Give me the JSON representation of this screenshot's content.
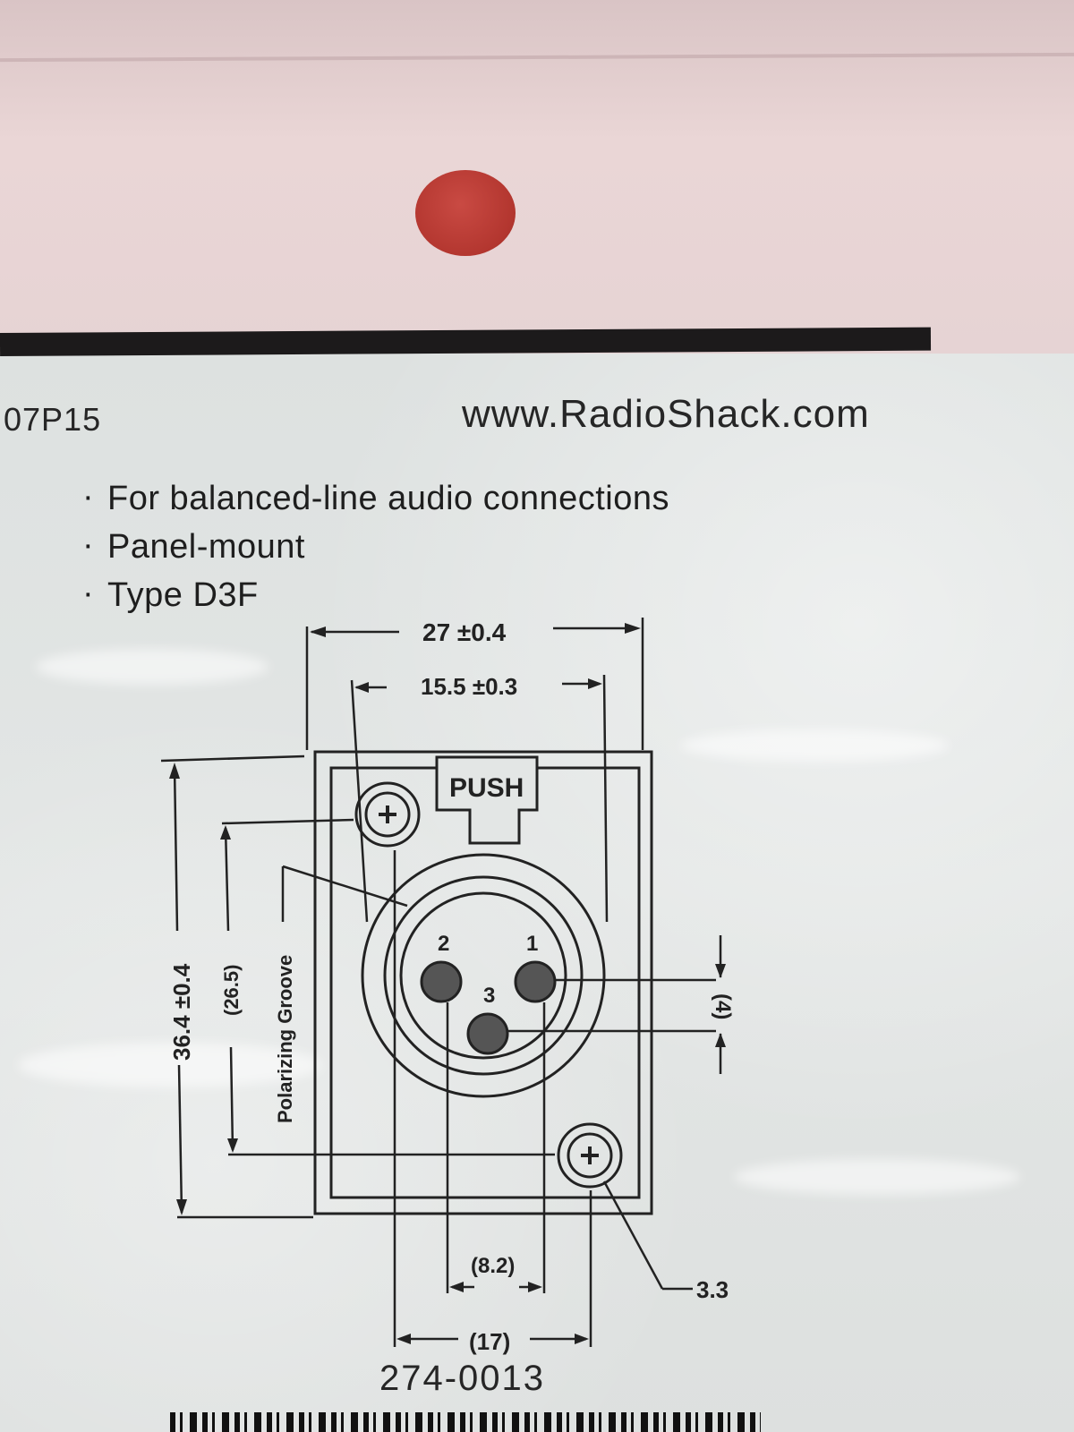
{
  "package": {
    "code": "07P15",
    "website": "www.RadioShack.com",
    "features": [
      "For balanced-line audio connections",
      "Panel-mount",
      "Type D3F"
    ],
    "part_number": "274-0013"
  },
  "drawing": {
    "width_overall": "27 ±0.4",
    "width_inner": "15.5 ±0.3",
    "height_overall": "36.4 ±0.4",
    "height_inner": "(26.5)",
    "push_label": "PUSH",
    "groove_label": "Polarizing Groove",
    "pin_labels": [
      "1",
      "2",
      "3"
    ],
    "pin_offset": "(4)",
    "pin_spacing": "(8.2)",
    "hole_spacing": "(17)",
    "hole_diameter": "3.3"
  },
  "colors": {
    "pink_header": "#e6d3d4",
    "hang_hole": "#b3362f",
    "plastic": "#e3e6e5",
    "ink": "#1e1e1e"
  }
}
